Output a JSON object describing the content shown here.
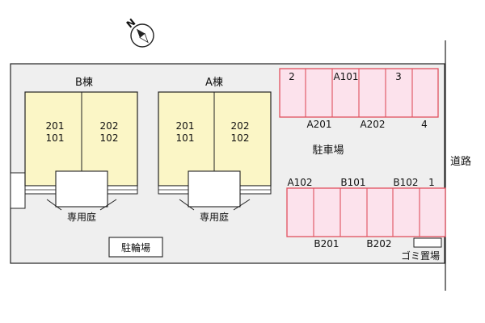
{
  "compass": {
    "north_label": "N"
  },
  "buildings": {
    "b": {
      "name": "B棟",
      "left_unit": {
        "upper": "201",
        "lower": "101"
      },
      "right_unit": {
        "upper": "202",
        "lower": "102"
      }
    },
    "a": {
      "name": "A棟",
      "left_unit": {
        "upper": "201",
        "lower": "101"
      },
      "right_unit": {
        "upper": "202",
        "lower": "102"
      }
    }
  },
  "private_garden_label": "専用庭",
  "bicycle_parking_label": "駐輪場",
  "parking_lot_label": "駐車場",
  "road_label": "道路",
  "garbage_label": "ゴミ置場",
  "parking_upper": {
    "top_labels": [
      "2",
      "A101",
      "3"
    ],
    "bottom_labels": [
      "A201",
      "A202",
      "4"
    ]
  },
  "parking_lower": {
    "top_labels": [
      "A102",
      "B101",
      "B102",
      "1"
    ],
    "bottom_labels": [
      "B201",
      "B202"
    ]
  },
  "colors": {
    "site_fill": "#efefef",
    "building_fill": "#fbf6c6",
    "parking_fill": "#fce2ec",
    "parking_stroke": "#e0505e",
    "line": "#222222"
  }
}
